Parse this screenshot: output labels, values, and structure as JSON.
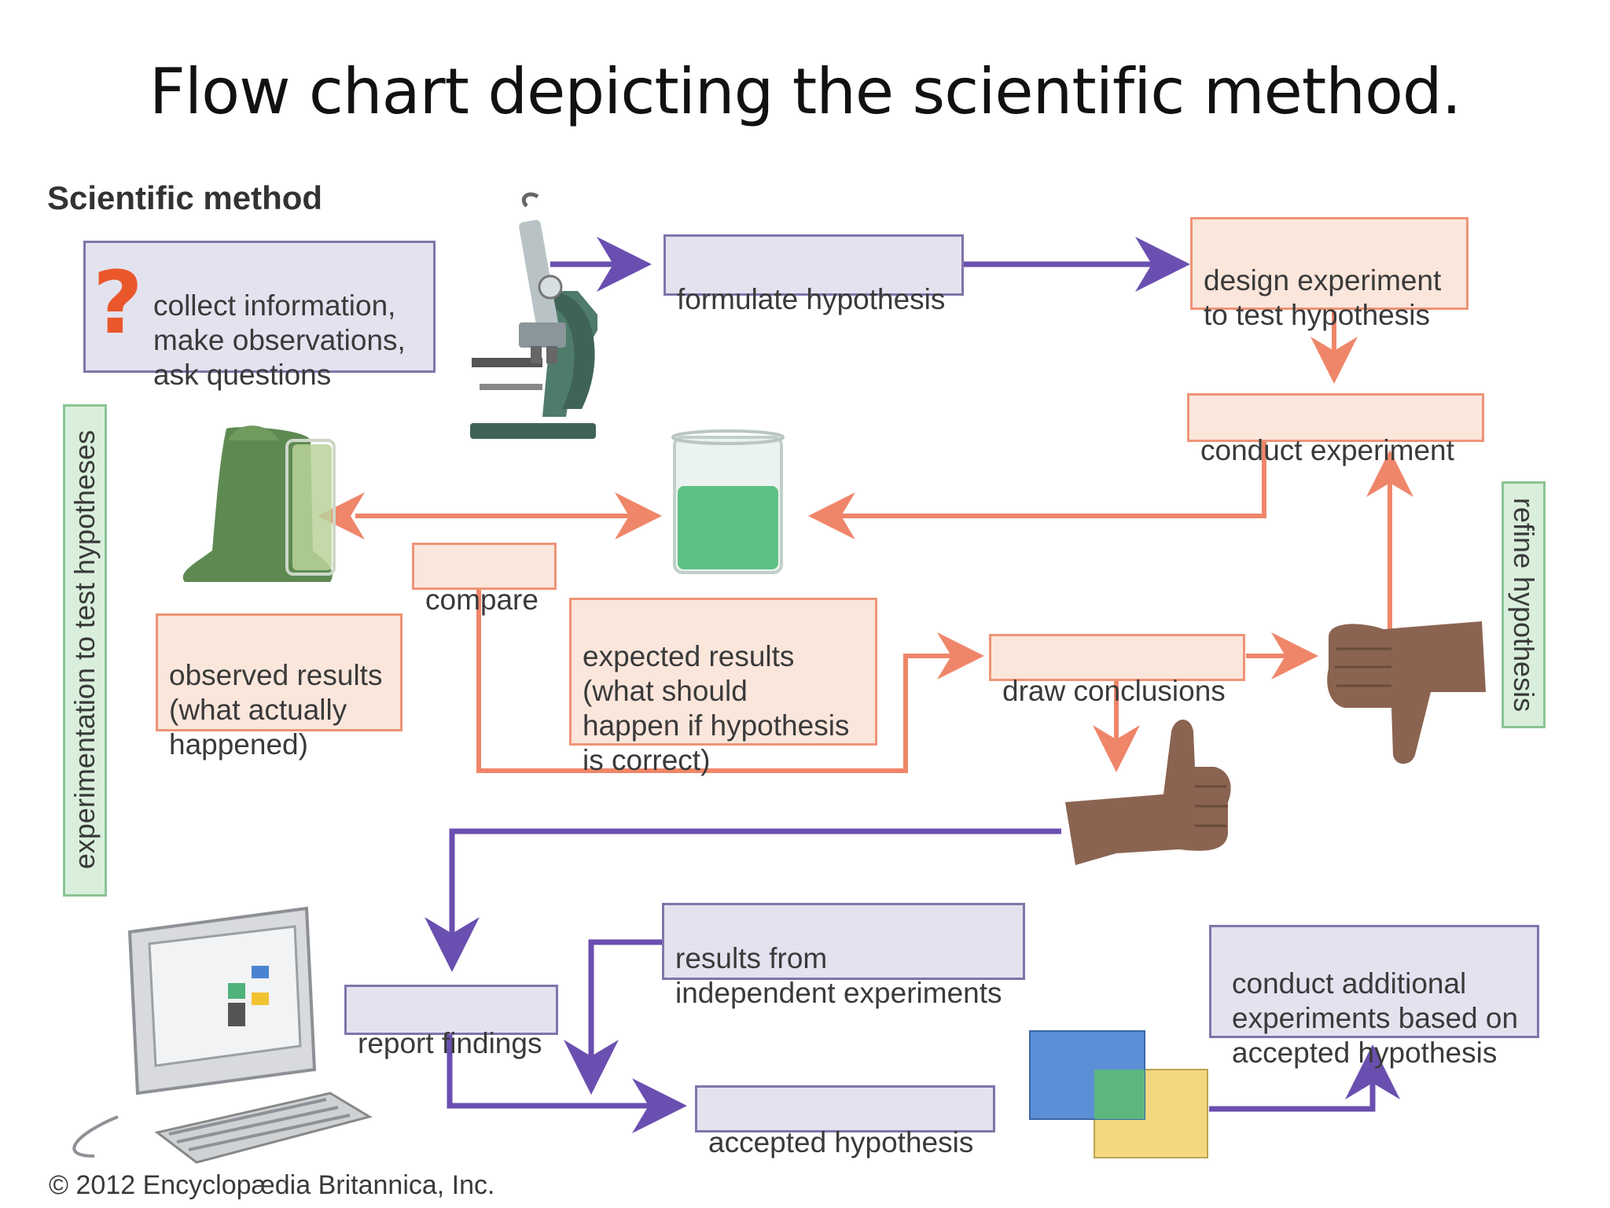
{
  "slide": {
    "title": "Flow chart depicting the scientific method."
  },
  "diagram": {
    "heading": "Scientific method",
    "boxes": {
      "collect_info": "collect information,\nmake observations,\nask questions",
      "formulate": "formulate hypothesis",
      "design": "design experiment\nto test hypothesis",
      "conduct": "conduct experiment",
      "compare": "compare",
      "observed": "observed results\n(what actually\nhappened)",
      "expected": "expected results\n(what should\nhappen if hypothesis\nis correct)",
      "draw": "draw conclusions",
      "report": "report findings",
      "independent": "results from\nindependent experiments",
      "accepted": "accepted hypothesis",
      "additional": "conduct additional\nexperiments based on\naccepted hypothesis"
    },
    "side_labels": {
      "left": "experimentation to test hypotheses",
      "right": "refine hypothesis"
    },
    "question_mark": "?",
    "copyright": "© 2012 Encyclopædia Britannica, Inc.",
    "colors": {
      "purple_arrow": "#6a4fb0",
      "salmon_arrow": "#ef8669",
      "purple_box": "#e3e2ef",
      "salmon_box": "#fbe6dc",
      "green_box": "#d9efdc"
    },
    "icons": [
      "microscope-icon",
      "overflowing-beaker-icon",
      "beaker-icon",
      "thumbs-down-icon",
      "thumbs-up-icon",
      "computer-icon",
      "overlapping-squares-icon"
    ]
  }
}
